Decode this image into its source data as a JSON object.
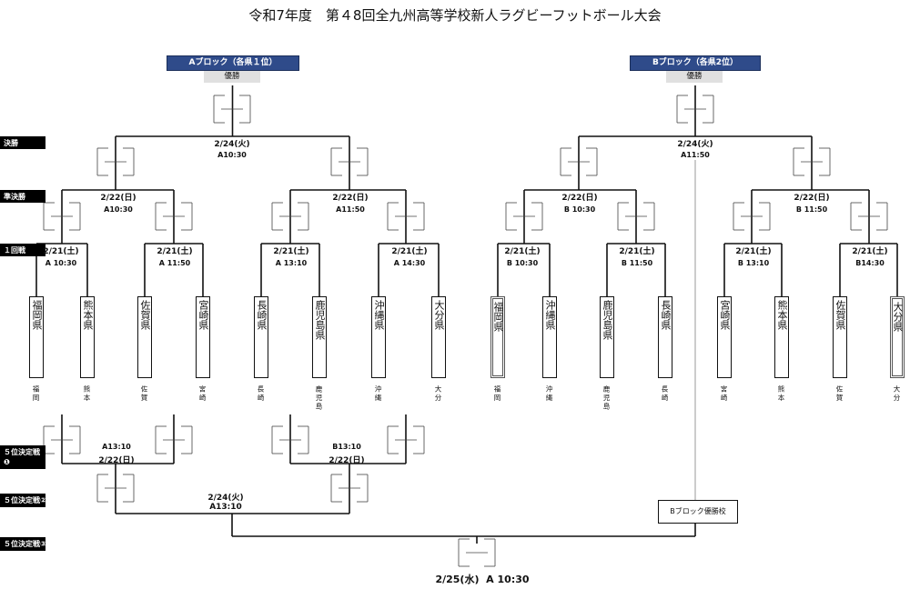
{
  "title": "令和7年度　第４8回全九州高等学校新人ラグビーフットボール大会",
  "blocks": {
    "a": {
      "header": "Aブロック（各県１位）",
      "winner": "優勝"
    },
    "b": {
      "header": "Bブロック（各県2位）",
      "winner": "優勝"
    }
  },
  "rounds": {
    "final": "決勝",
    "semi": "準決勝",
    "first": "１回戦",
    "fifth1": "５位決定戦❶",
    "fifth2": "５位決定戦②",
    "fifth3": "５位決定戦③"
  },
  "finals": {
    "a": {
      "date": "2/24(火)",
      "time": "A10:30"
    },
    "b": {
      "date": "2/24(火)",
      "time": "A11:50"
    }
  },
  "semis": [
    {
      "date": "2/22(日)",
      "time": "A10:30"
    },
    {
      "date": "2/22(日)",
      "time": "A11:50"
    },
    {
      "date": "2/22(日)",
      "time": "B 10:30"
    },
    {
      "date": "2/22(日)",
      "time": "B 11:50"
    }
  ],
  "firsts": [
    {
      "date": "2/21(土)",
      "time": "A 10:30"
    },
    {
      "date": "2/21(土)",
      "time": "A 11:50"
    },
    {
      "date": "2/21(土)",
      "time": "A 13:10"
    },
    {
      "date": "2/21(土)",
      "time": "A 14:30"
    },
    {
      "date": "2/21(土)",
      "time": "B 10:30"
    },
    {
      "date": "2/21(土)",
      "time": "B 11:50"
    },
    {
      "date": "2/21(土)",
      "time": "B 13:10"
    },
    {
      "date": "2/21(土)",
      "time": "B14:30"
    }
  ],
  "teams": [
    {
      "full": "福岡県",
      "short": "福岡"
    },
    {
      "full": "熊本県",
      "short": "熊本"
    },
    {
      "full": "佐賀県",
      "short": "佐賀"
    },
    {
      "full": "宮崎県",
      "short": "宮崎"
    },
    {
      "full": "長崎県",
      "short": "長崎"
    },
    {
      "full": "鹿児島県",
      "short": "鹿児島"
    },
    {
      "full": "沖縄県",
      "short": "沖縄"
    },
    {
      "full": "大分県",
      "short": "大分"
    },
    {
      "full": "福岡県",
      "short": "福岡"
    },
    {
      "full": "沖縄県",
      "short": "沖縄"
    },
    {
      "full": "鹿児島県",
      "short": "鹿児島"
    },
    {
      "full": "長崎県",
      "short": "長崎"
    },
    {
      "full": "宮崎県",
      "short": "宮崎"
    },
    {
      "full": "熊本県",
      "short": "熊本"
    },
    {
      "full": "佐賀県",
      "short": "佐賀"
    },
    {
      "full": "大分県",
      "short": "大分"
    }
  ],
  "fifth1": [
    {
      "time": "A13:10",
      "date": "2/22(日)"
    },
    {
      "time": "B13:10",
      "date": "2/22(日)"
    }
  ],
  "fifth2": {
    "date": "2/24(火)",
    "time": "A13:10"
  },
  "b_winner_box": "Bブロック優勝校",
  "fifth3": {
    "date": "2/25(水)",
    "time": "A 10:30"
  }
}
